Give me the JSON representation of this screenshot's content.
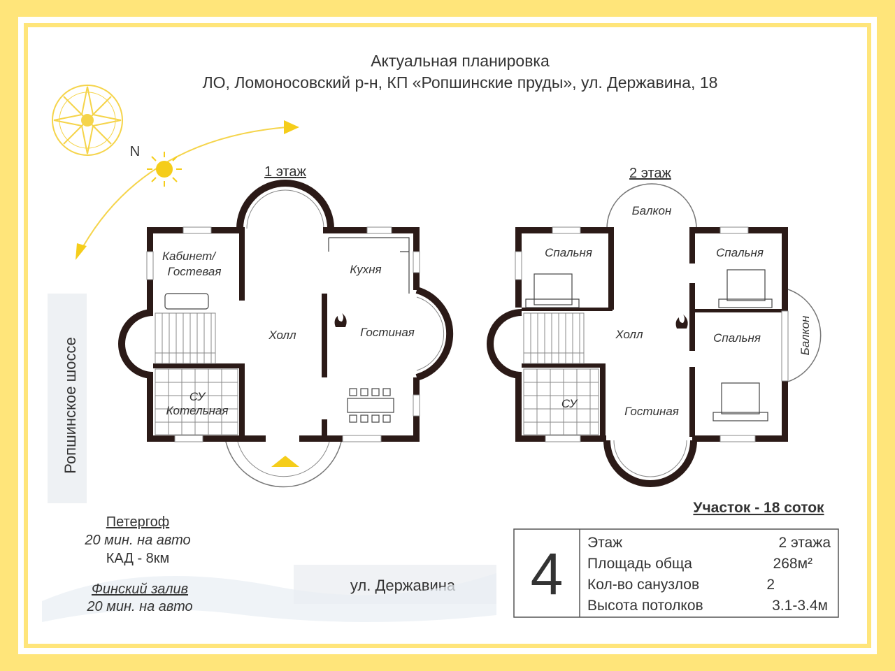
{
  "title": "Актуальная планировка",
  "address": "ЛО, Ломоносовский р-н, КП «Ропшинские пруды», ул. Державина, 18",
  "compass_label": "N",
  "floor1": {
    "title": "1 этаж",
    "rooms": {
      "office": [
        "Кабинет/",
        "Гостевая"
      ],
      "hall": "Холл",
      "kitchen": "Кухня",
      "living": "Гостиная",
      "bath": [
        "СУ",
        "Котельная"
      ]
    }
  },
  "floor2": {
    "title": "2 этаж",
    "rooms": {
      "balcony_top": "Балкон",
      "bedroom1": "Спальня",
      "bedroom2": "Спальня",
      "bedroom3": "Спальня",
      "balcony_right": "Балкон",
      "hall": "Холл",
      "bath": "СУ",
      "living": "Гостиная"
    }
  },
  "roads": {
    "left": "Ропшинское шоссе",
    "bottom": "ул. Державина"
  },
  "places": {
    "peterhof_name": "Петергоф",
    "peterhof_time": "20 мин. на авто",
    "kad": "КАД - 8км",
    "gulf_name": "Финский залив",
    "gulf_time": "20 мин. на авто"
  },
  "plot": "Участок - 18 соток",
  "specs": {
    "number": "4",
    "rows": [
      {
        "label": "Этаж",
        "value": "2 этажа"
      },
      {
        "label": "Площадь общa",
        "value": "268м²"
      },
      {
        "label": "Кол-во санузлов",
        "value": "2"
      },
      {
        "label": "Высота потолков",
        "value": "3.1-3.4м"
      }
    ]
  },
  "colors": {
    "frame": "#ffe57a",
    "accent": "#f5cd1a",
    "wall": "#2b1a17",
    "text": "#333333"
  }
}
